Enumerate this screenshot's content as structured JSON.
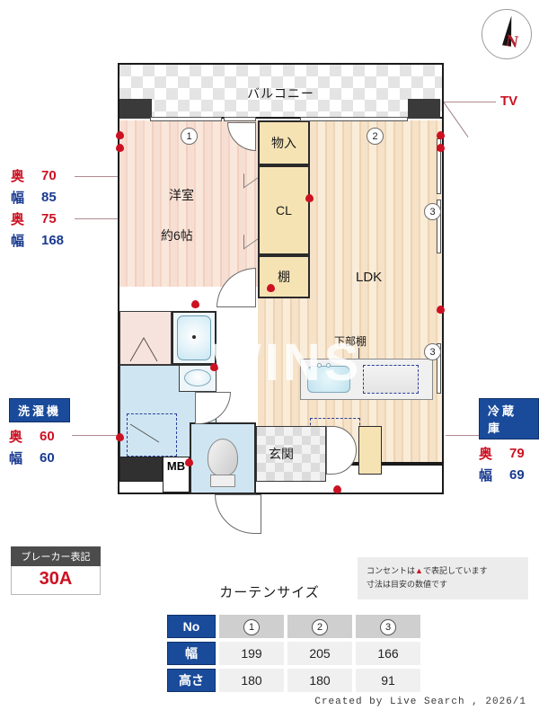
{
  "compass": {
    "north_label": "N",
    "icon": "compass-north-icon"
  },
  "plan": {
    "balcony_label": "バルコニー",
    "rooms": [
      {
        "id": "washitsu",
        "label": "洋室",
        "sub": "約6帖"
      },
      {
        "id": "ldk",
        "label": "LDK"
      },
      {
        "id": "genkan",
        "label": "玄関"
      }
    ],
    "storage": [
      {
        "id": "monoire",
        "label": "物入"
      },
      {
        "id": "cl",
        "label": "CL"
      },
      {
        "id": "tana",
        "label": "棚"
      }
    ],
    "kitchen_shelf_label": "下部棚",
    "meter_box_label": "MB",
    "watermark": "WINS",
    "window_numbers": [
      "1",
      "2",
      "3",
      "3"
    ],
    "tv_label": "TV"
  },
  "specs": {
    "left_window1": {
      "depth_key": "奥",
      "depth_value": "70",
      "width_key": "幅",
      "width_value": "85"
    },
    "left_window2": {
      "depth_key": "奥",
      "depth_value": "75",
      "width_key": "幅",
      "width_value": "168"
    },
    "washer": {
      "title": "洗濯機",
      "depth_key": "奥",
      "depth_value": "60",
      "width_key": "幅",
      "width_value": "60"
    },
    "fridge": {
      "title": "冷蔵庫",
      "depth_key": "奥",
      "depth_value": "79",
      "width_key": "幅",
      "width_value": "69"
    }
  },
  "breaker": {
    "title": "ブレーカー表記",
    "value": "30A"
  },
  "note": {
    "line1_pre": "コンセントは",
    "line1_mark": "▲",
    "line1_post": "で表記しています",
    "line2": "寸法は目安の数値です"
  },
  "curtain": {
    "title": "カーテンサイズ",
    "row_headers": [
      "No",
      "幅",
      "高さ"
    ],
    "columns": [
      "1",
      "2",
      "3"
    ],
    "width_values": [
      "199",
      "205",
      "166"
    ],
    "height_values": [
      "180",
      "180",
      "91"
    ]
  },
  "footer": {
    "text": "Created by Live Search , 2026/1"
  }
}
